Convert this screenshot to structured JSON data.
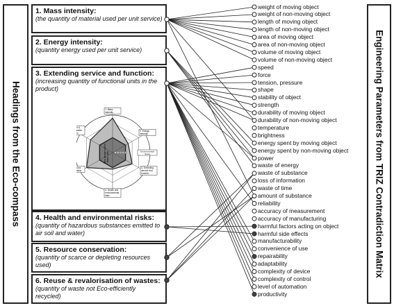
{
  "left_title": "Headings from the Eco-compass",
  "right_title": "Engineering Parameters from TRIZ Contradiction Matrix",
  "headings": [
    {
      "title": "1. Mass  intensity:",
      "desc": "(the quantity of material used per unit service)"
    },
    {
      "title": "2. Energy intensity:",
      "desc": "(quantity energy used per unit service)"
    },
    {
      "title": "3. Extending service and function:",
      "desc": "(increasing quantity of functional units in the product)"
    },
    {
      "title": "4. Health and environmental  risks:",
      "desc": "(quantity of hazardous substances emitted to air soil and water)"
    },
    {
      "title": "5. Resource conservation:",
      "desc": "(quantity of scarce or depleting resources used)"
    },
    {
      "title": "6. Reuse & revalorisation of wastes:",
      "desc": "(quantity of waste not Eco-efficiently recycled)"
    }
  ],
  "parameters": [
    "weight of moving object",
    "weight of non-moving object",
    "length of moving object",
    "length of non-moving object",
    "area of moving object",
    "area of non-moving object",
    "volume of moving object",
    "volume of non-moving object",
    "speed",
    "force",
    "tension, pressure",
    "shape",
    "stability of object",
    "strength",
    "durability of moving object",
    "durability of non-moving object",
    "temperature",
    "brightness",
    "energy spent by moving object",
    "energy spent by non-moving object",
    "power",
    "waste of energy",
    "waste of substance",
    "loss of information",
    "waste of time",
    "amount of substance",
    "reliability",
    "accuracy of measurement",
    "accuracy of manufacturing",
    "harmful factors acting on object",
    "harmful side effects",
    "manufacturability",
    "convenience of use",
    "repairability",
    "adaptability",
    "complexity of device",
    "complexity of control",
    "level of automation",
    "productivity"
  ],
  "radar": {
    "axis_labels": [
      "1. Mass intensity",
      "2. Energy intensity",
      "3. Extending service and function",
      "4. Health and environmental risks",
      "5. Resource conservation",
      "6. Reuse & revalorisation of wastes"
    ],
    "scale_ticks": [
      "1",
      "2",
      "3",
      "4",
      "5"
    ],
    "center_label_1": "Base case",
    "center_label_2": "New design option",
    "environmental_score_label": "Environmental Score",
    "outer_values": [
      4.6,
      2.4,
      3.0,
      2.2,
      4.0,
      3.4
    ],
    "inner_values": [
      2.0,
      2.0,
      2.0,
      2.0,
      2.0,
      2.0
    ]
  },
  "connections": [
    {
      "from": 0,
      "to": [
        0,
        1,
        2,
        3,
        4,
        5,
        6,
        7,
        15,
        25
      ]
    },
    {
      "from": 1,
      "to": [
        18,
        19,
        20,
        21
      ]
    },
    {
      "from": 2,
      "to": [
        8,
        9,
        10,
        11,
        12,
        13,
        14,
        15,
        20,
        26,
        31,
        32,
        33,
        34,
        35,
        36,
        37,
        38
      ]
    },
    {
      "from": 3,
      "to": [
        29,
        30
      ]
    },
    {
      "from": 4,
      "to": [
        22,
        25
      ]
    },
    {
      "from": 5,
      "to": [
        22,
        24,
        25
      ]
    }
  ],
  "filled_heading_dots": [
    3,
    4,
    5
  ],
  "filled_param_dots": [
    29,
    30,
    33,
    38
  ]
}
